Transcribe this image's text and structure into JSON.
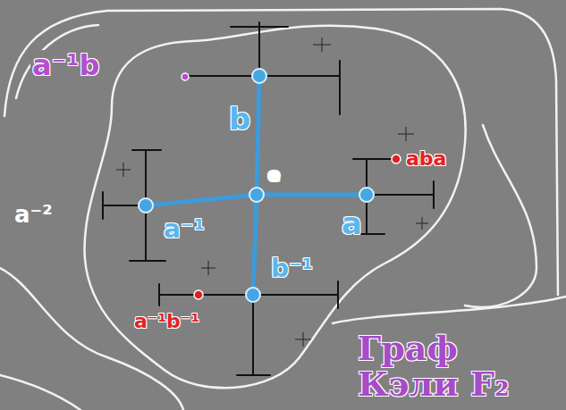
{
  "diagram": {
    "title": "Граф Кэли F₂",
    "nodes": [
      {
        "text": [
          "b"
        ]
      },
      {
        "text": [
          "a⁻¹"
        ]
      },
      {
        "text": [
          "e"
        ]
      },
      {
        "text": [
          "a"
        ]
      },
      {
        "text": [
          "b⁻¹"
        ]
      }
    ],
    "edges": [
      {
        "from": 2,
        "to": 3,
        "arrow": "none"
      },
      {
        "from": 2,
        "to": 1,
        "arrow": "none"
      },
      {
        "from": 2,
        "to": 0,
        "arrow": "none"
      },
      {
        "from": 2,
        "to": 4,
        "arrow": "none"
      }
    ],
    "labels": [
      "a⁻¹b",
      "aba",
      "a⁻²",
      "a⁻¹b⁻¹"
    ]
  }
}
